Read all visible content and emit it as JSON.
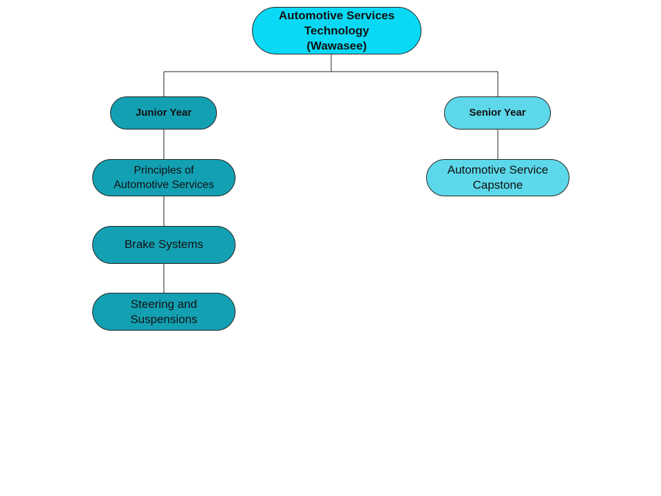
{
  "diagram": {
    "root": {
      "label_line1": "Automotive Services",
      "label_line2": "Technology",
      "label_line3": "(Wawasee)",
      "color": "#0ad9f5"
    },
    "junior": {
      "label": "Junior Year",
      "color": "#13a0b3",
      "courses": [
        {
          "line1": "Principles of",
          "line2": "Automotive Services"
        },
        {
          "line1": "Brake Systems"
        },
        {
          "line1": "Steering and",
          "line2": "Suspensions"
        }
      ]
    },
    "senior": {
      "label": "Senior Year",
      "color": "#5dd8ea",
      "courses": [
        {
          "line1": "Automotive Service",
          "line2": "Capstone"
        }
      ]
    },
    "connector_color": "#222222"
  }
}
